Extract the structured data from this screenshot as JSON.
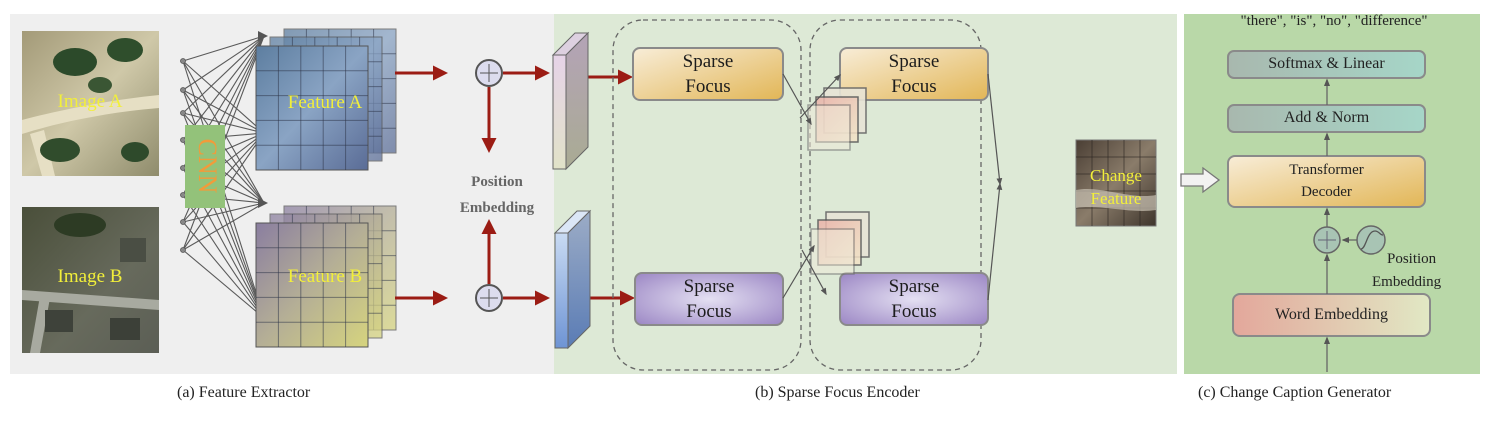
{
  "panels": {
    "feature_extractor": {
      "caption": "(a) Feature Extractor",
      "image_a_label": "Image A",
      "image_b_label": "Image B",
      "cnn_label": "CNN",
      "feature_a_label": "Feature A",
      "feature_b_label": "Feature B",
      "position_embedding_line1": "Position",
      "position_embedding_line2": "Embedding"
    },
    "sparse_focus_encoder": {
      "caption": "(b) Sparse Focus Encoder",
      "blocks": [
        {
          "line1": "Sparse",
          "line2": "Focus",
          "style": "warm"
        },
        {
          "line1": "Sparse",
          "line2": "Focus",
          "style": "warm"
        },
        {
          "line1": "Sparse",
          "line2": "Focus",
          "style": "cool"
        },
        {
          "line1": "Sparse",
          "line2": "Focus",
          "style": "cool"
        }
      ],
      "change_feature_line1": "Change",
      "change_feature_line2": "Feature"
    },
    "caption_generator": {
      "caption": "(c) Change Caption Generator",
      "output_words": "\"there\", \"is\", \"no\", \"difference\"",
      "softmax_label": "Softmax & Linear",
      "add_norm_label": "Add & Norm",
      "decoder_line1": "Transformer",
      "decoder_line2": "Decoder",
      "position_embedding_line1": "Position",
      "position_embedding_line2": "Embedding",
      "word_embedding_label": "Word Embedding"
    }
  },
  "colors": {
    "panel_a_bg": "#efefef",
    "panel_b_bg": "#dde9d6",
    "panel_c_bg": "#b9d8a8",
    "arrow_red": "#9b1c14",
    "cnn_green": "#93c27a",
    "cnn_text": "#f29b3a",
    "label_yellow": "#f2ef3a"
  }
}
